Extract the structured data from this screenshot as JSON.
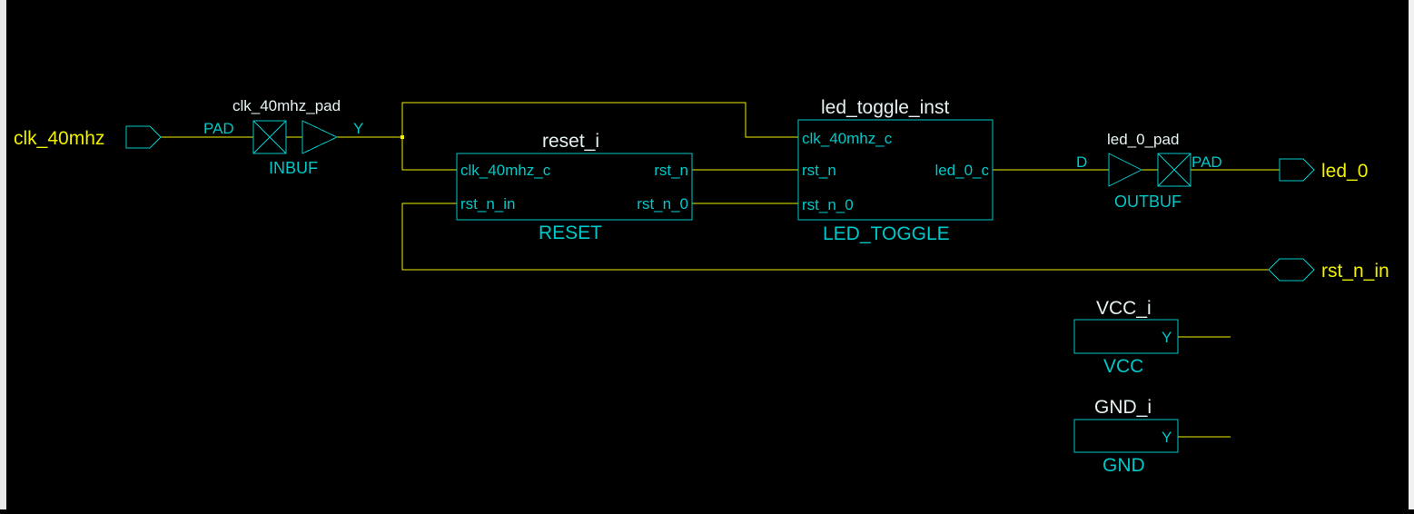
{
  "colors": {
    "background": "#000000",
    "wire": "#f0f000",
    "component": "#00c8c8",
    "instance_name": "#e6f2f2",
    "port_label": "#f0f000"
  },
  "ports": {
    "clk_in": "clk_40mhz",
    "led_out": "led_0",
    "rst_in": "rst_n_in"
  },
  "inbuf": {
    "instance": "clk_40mhz_pad",
    "type": "INBUF",
    "pin_in": "PAD",
    "pin_out": "Y"
  },
  "reset": {
    "instance": "reset_i",
    "type": "RESET",
    "pins": {
      "clk": "clk_40mhz_c",
      "rst_in": "rst_n_in",
      "rst_out": "rst_n",
      "rst_out0": "rst_n_0"
    }
  },
  "led_toggle": {
    "instance": "led_toggle_inst",
    "type": "LED_TOGGLE",
    "pins": {
      "clk": "clk_40mhz_c",
      "rst": "rst_n",
      "rst0": "rst_n_0",
      "led": "led_0_c"
    }
  },
  "outbuf": {
    "instance": "led_0_pad",
    "type": "OUTBUF",
    "pin_in": "D",
    "pin_out": "PAD"
  },
  "vcc": {
    "instance": "VCC_i",
    "type": "VCC",
    "pin": "Y"
  },
  "gnd": {
    "instance": "GND_i",
    "type": "GND",
    "pin": "Y"
  }
}
